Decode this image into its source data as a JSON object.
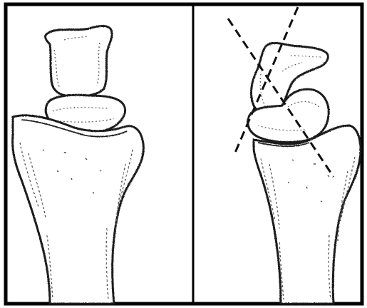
{
  "figure": {
    "panels": [
      {
        "id": "left",
        "content": "radius-lunate-capitate-aligned"
      },
      {
        "id": "right",
        "content": "radius-lunate-capitate-displaced-with-axis-lines"
      }
    ],
    "colors": {
      "ink": "#1a1a1a",
      "border": "#000000",
      "background": "#ffffff",
      "shade": "#555555"
    }
  }
}
